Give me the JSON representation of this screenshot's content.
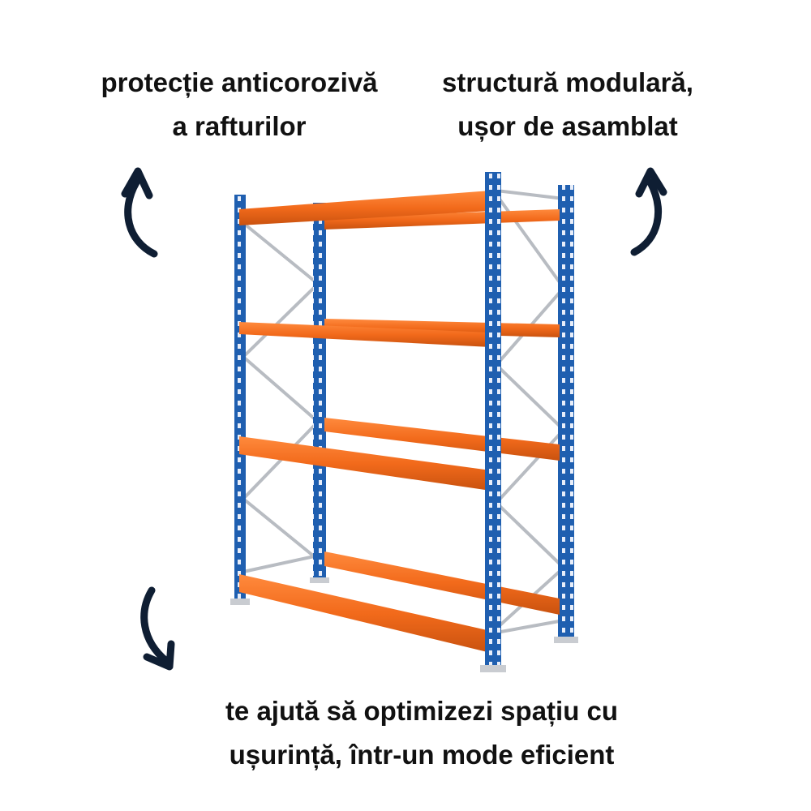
{
  "captions": {
    "top_left": [
      "protecție anticorozivă",
      "a rafturilor"
    ],
    "top_right": [
      "structură modulară,",
      "ușor de asamblat"
    ],
    "bottom": [
      "te ajută să optimizezi spațiu cu",
      "ușurință, într-un mode eficient"
    ]
  },
  "icons": {
    "top_left": "curved-arrow-up-icon",
    "top_right": "curved-arrow-up-icon",
    "bottom": "curved-arrow-down-icon"
  },
  "colors": {
    "upright_blue": "#1f5fb0",
    "beam_orange": "#f26a1b",
    "brace_silver": "#b8bcc2",
    "text": "#111111",
    "arrow": "#0f1e33"
  }
}
